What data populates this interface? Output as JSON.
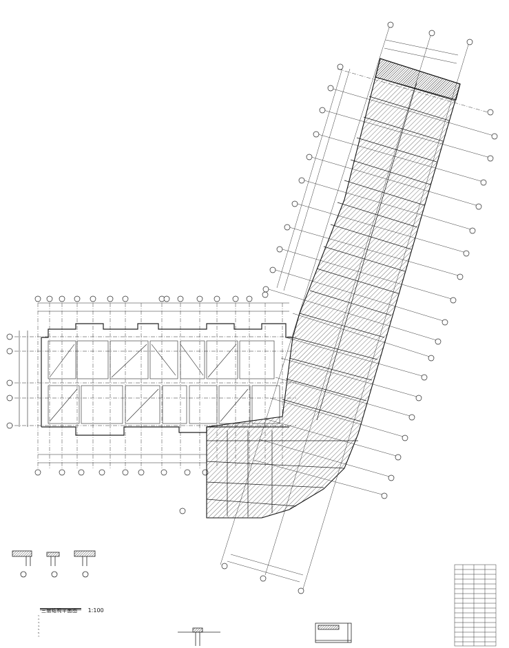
{
  "drawing": {
    "title": "三层结构平面图",
    "scale": "1:100",
    "notes": [
      "1.",
      "2.",
      "3.",
      "4.",
      "5.",
      "6.",
      "7."
    ]
  },
  "colors": {
    "line": "#222222",
    "background": "#ffffff"
  }
}
